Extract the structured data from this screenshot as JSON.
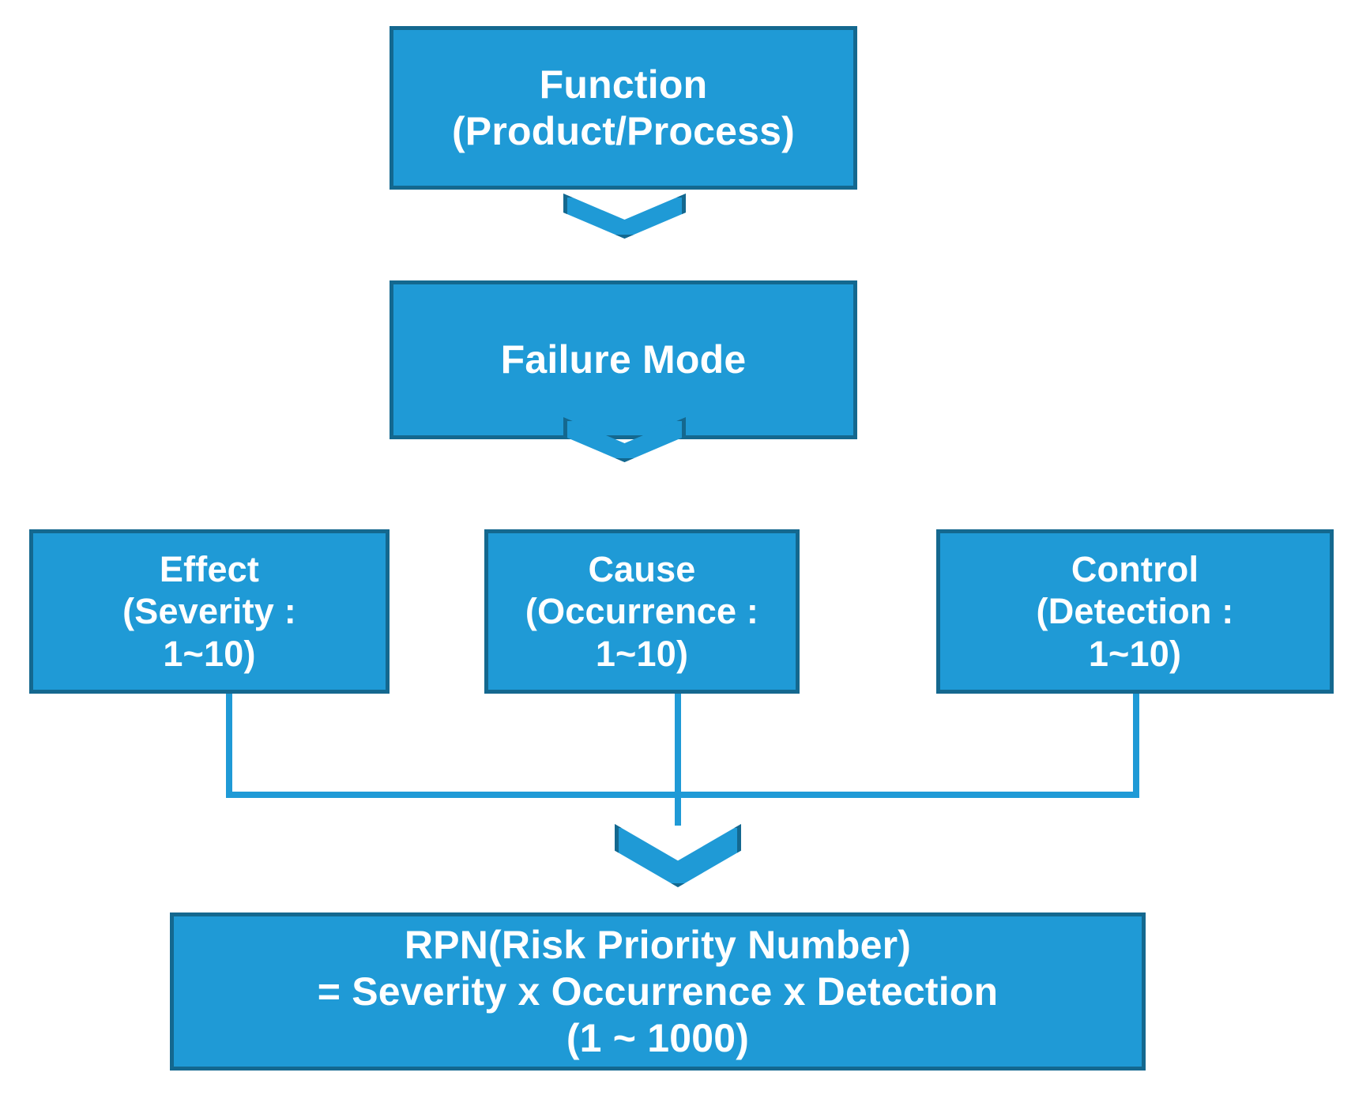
{
  "diagram": {
    "title": "FMEA RPN flow diagram",
    "colors": {
      "node_fill": "#1f9ad6",
      "node_border": "#14688f",
      "connector": "#1f9ad6",
      "text": "#ffffff",
      "background": "#ffffff"
    },
    "nodes": {
      "function": {
        "label": "Function\n(Product/Process)",
        "line1": "Function",
        "line2": "(Product/Process)"
      },
      "failure_mode": {
        "label": "Failure Mode"
      },
      "effect": {
        "label": "Effect\n(Severity :\n1~10)",
        "line1": "Effect",
        "line2": "(Severity :",
        "line3": "1~10)",
        "factor": "Severity",
        "range": "1~10"
      },
      "cause": {
        "label": "Cause\n(Occurrence :\n1~10)",
        "line1": "Cause",
        "line2": "(Occurrence :",
        "line3": "1~10)",
        "factor": "Occurrence",
        "range": "1~10"
      },
      "control": {
        "label": "Control\n(Detection :\n1~10)",
        "line1": "Control",
        "line2": "(Detection :",
        "line3": "1~10)",
        "factor": "Detection",
        "range": "1~10"
      },
      "rpn": {
        "label": "RPN(Risk Priority Number)\n= Severity x Occurrence x Detection\n(1 ~ 1000)",
        "line1": "RPN(Risk Priority Number)",
        "line2": "= Severity x Occurrence x Detection",
        "line3": "(1 ~ 1000)",
        "range": "1 ~ 1000"
      }
    },
    "connectors": {
      "chevron_1": "chevron-down-icon",
      "chevron_2": "chevron-down-icon",
      "chevron_3": "chevron-down-icon",
      "merge_bus": "horizontal-merge-line"
    }
  }
}
